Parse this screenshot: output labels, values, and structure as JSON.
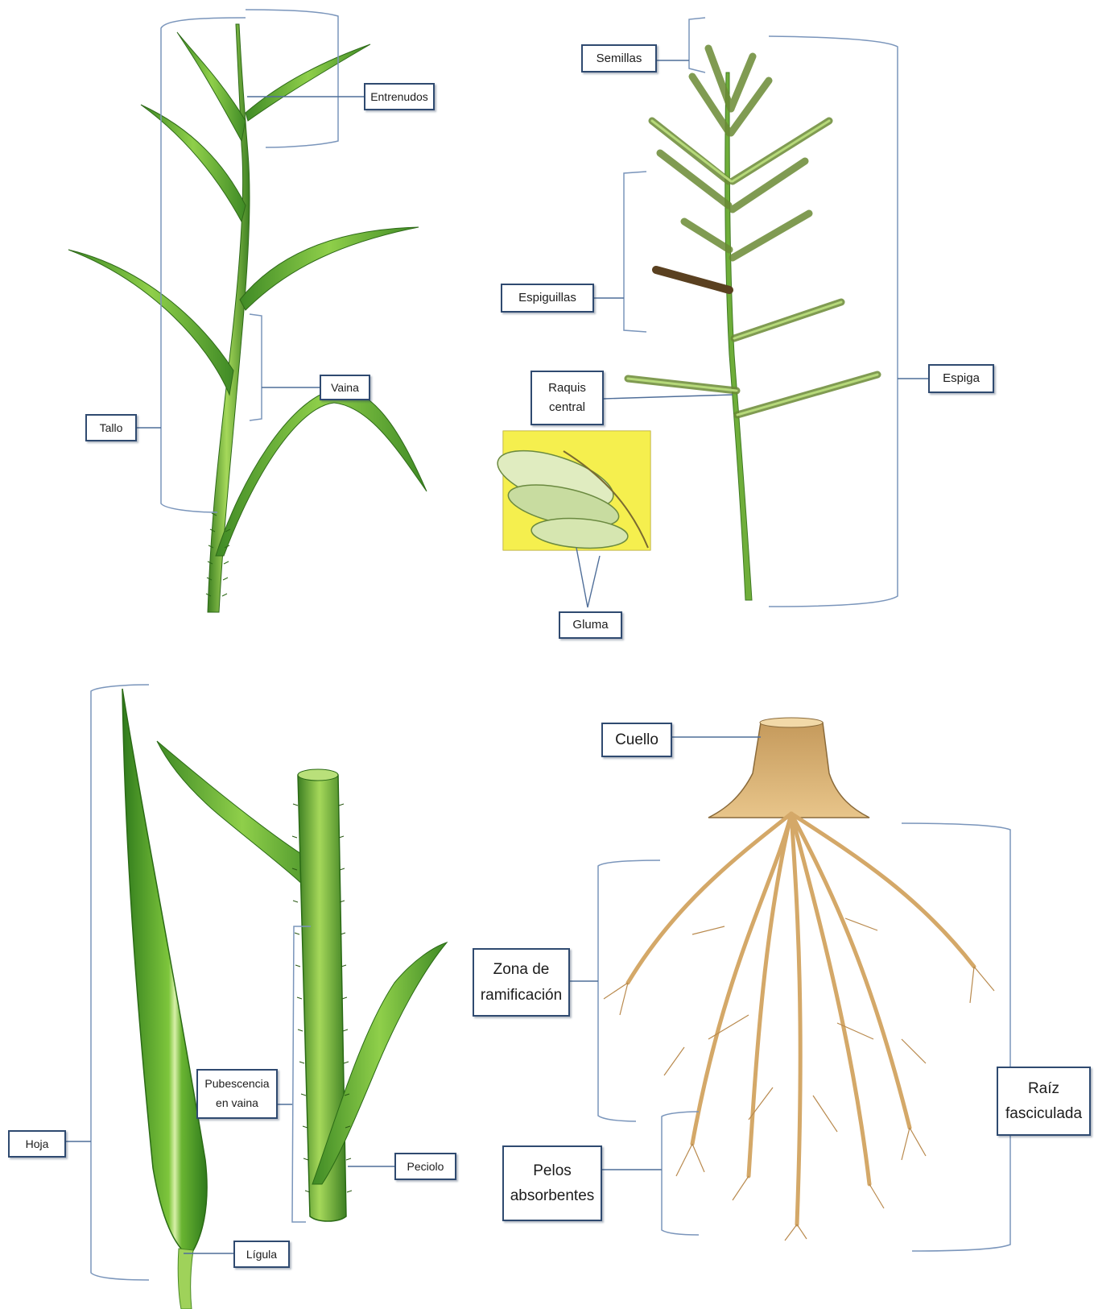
{
  "labels": {
    "semillas": "Semillas",
    "entrenudos": "Entrenudos",
    "espiguillas": "Espiguillas",
    "raquis_1": "Raquis",
    "raquis_2": "central",
    "espiga": "Espiga",
    "vaina": "Vaina",
    "tallo": "Tallo",
    "gluma": "Gluma",
    "cuello": "Cuello",
    "zona_1": "Zona de",
    "zona_2": "ramificación",
    "raiz_1": "Raíz",
    "raiz_2": "fasciculada",
    "pubescencia_1": "Pubescencia",
    "pubescencia_2": "en vaina",
    "hoja": "Hoja",
    "peciolo": "Peciolo",
    "ligula": "Lígula",
    "pelos_1": "Pelos",
    "pelos_2": "absorbentes"
  },
  "colors": {
    "label_border": "#2f4a70",
    "bracket": "#7a95bb",
    "leader": "#4f6e99",
    "leaf_green": "#5fa73a",
    "leaf_light": "#9fd25a",
    "glume_background": "#f5ee3c",
    "root": "#d9b070"
  }
}
